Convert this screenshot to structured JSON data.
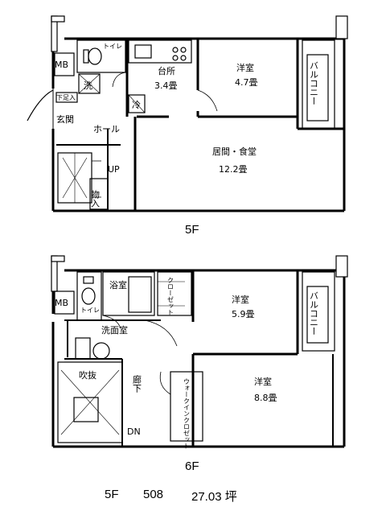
{
  "floors": [
    {
      "label": "5F",
      "rooms": {
        "mb": "MB",
        "toilet": "トイレ",
        "kitchen": "台所",
        "kitchen_size": "3.4畳",
        "washer": "洗",
        "fridge": "冷",
        "shoes": "下足入",
        "entrance": "玄関",
        "hall": "ホール",
        "up": "UP",
        "storage": "物入",
        "western": "洋室",
        "western_size": "4.7畳",
        "living": "居間・食堂",
        "living_size": "12.2畳",
        "balcony": "バルコニー"
      }
    },
    {
      "label": "6F",
      "rooms": {
        "mb": "MB",
        "toilet": "トイレ",
        "bath": "浴室",
        "closet": "クローゼット",
        "western1": "洋室",
        "western1_size": "5.9畳",
        "balcony": "バルコニー",
        "washroom": "洗面室",
        "atrium": "吹抜",
        "corridor": "廊下",
        "walkin": "ウォークインクロゼット",
        "western2": "洋室",
        "western2_size": "8.8畳",
        "dn": "DN"
      }
    }
  ],
  "footer": {
    "floor": "5F",
    "unit": "508",
    "area": "27.03 坪"
  }
}
